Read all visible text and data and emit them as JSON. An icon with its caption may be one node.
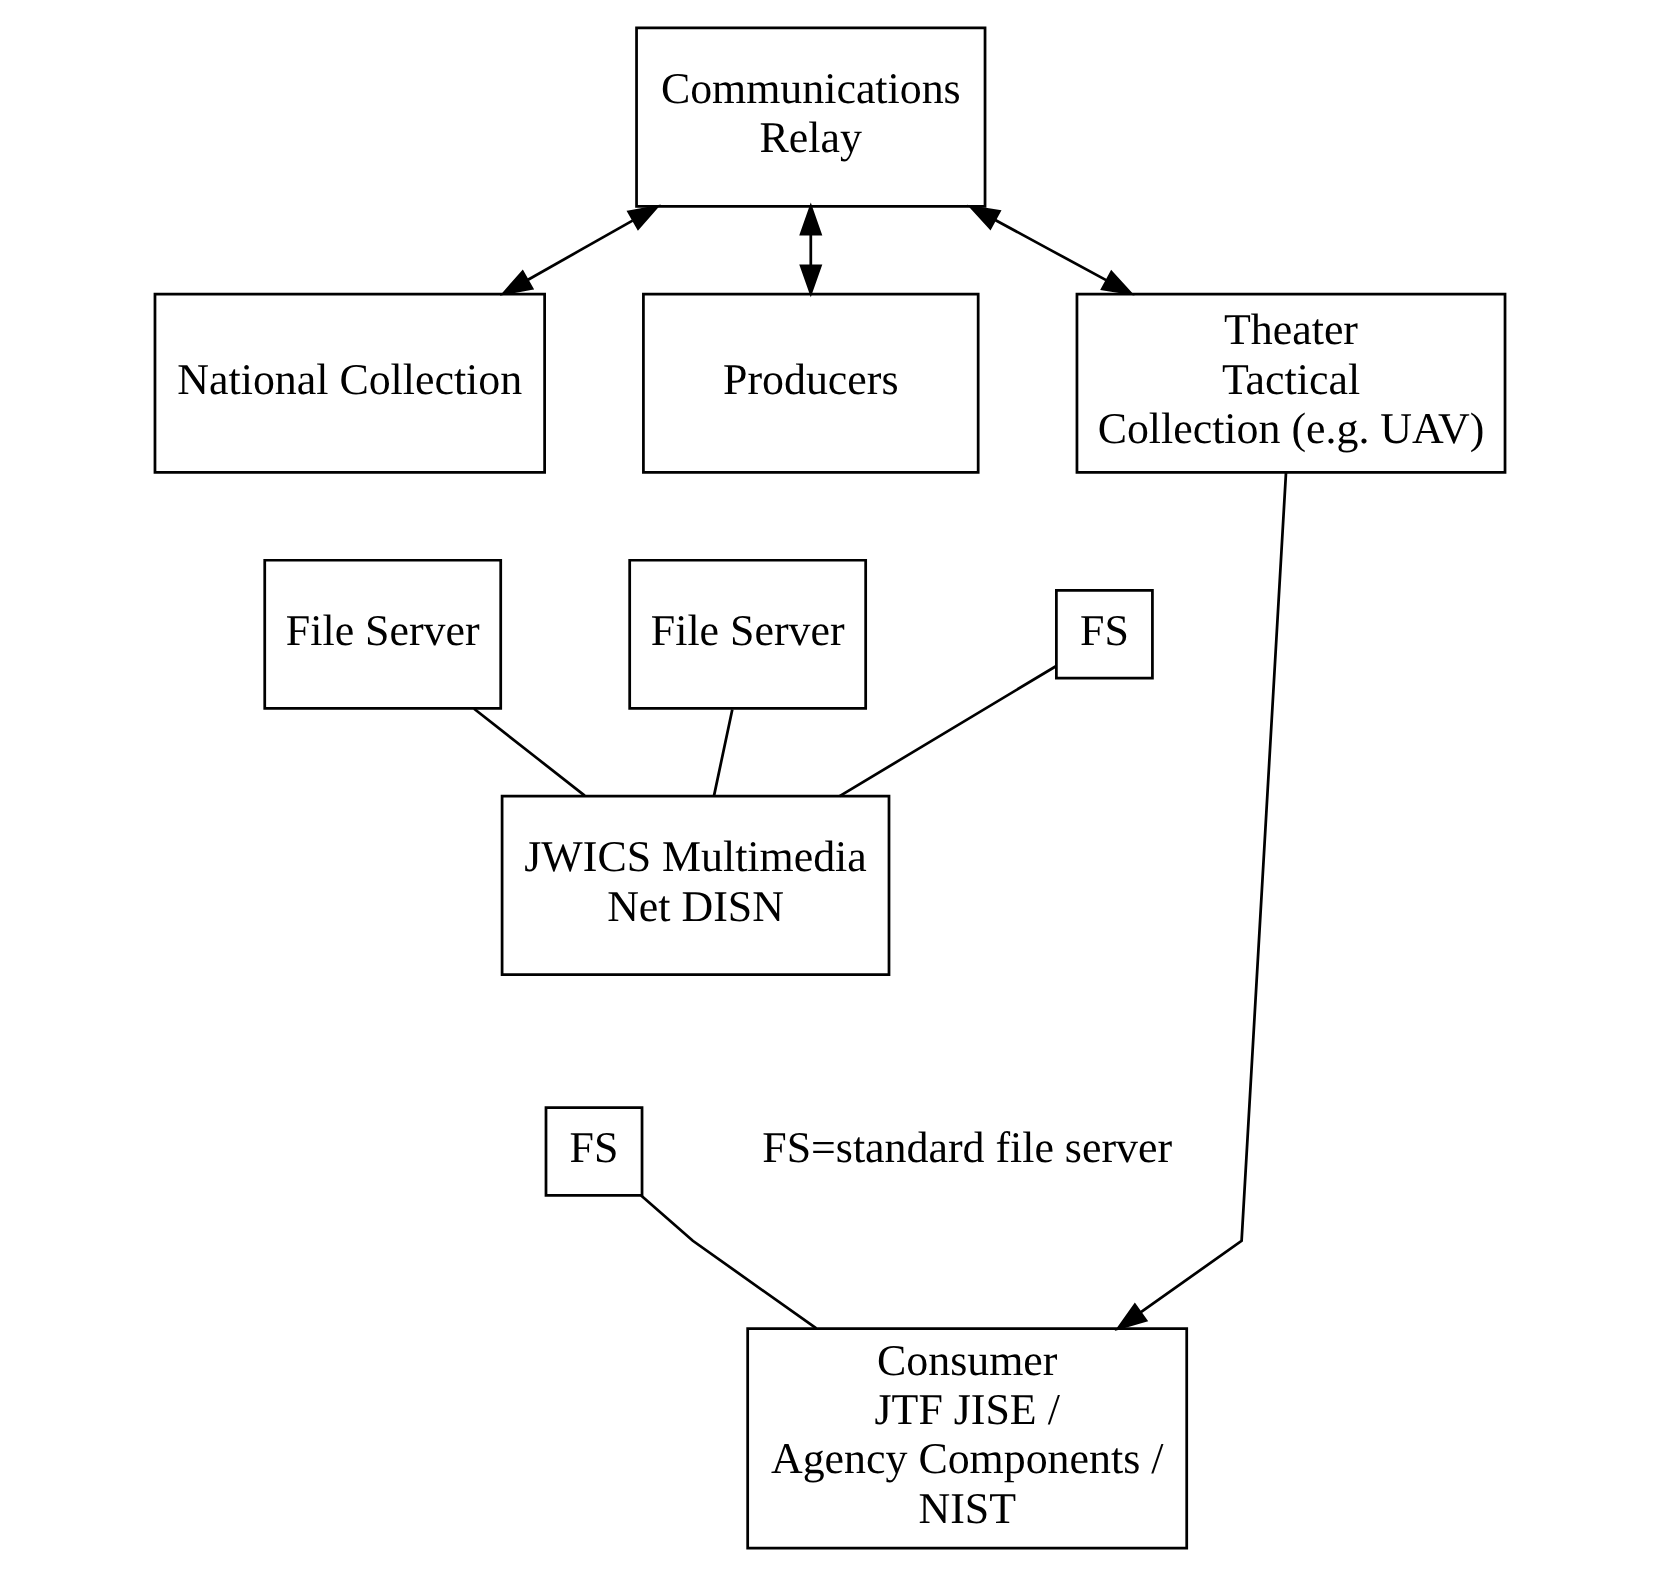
{
  "diagram": {
    "nodes": [
      {
        "text": [
          "Communications Relay"
        ]
      },
      {
        "text": [
          "National Collection"
        ]
      },
      {
        "text": [
          "Producers"
        ]
      },
      {
        "text": [
          "Theater Tactical Collection (e.g. UAV)"
        ]
      },
      {
        "text": [
          "File Server"
        ]
      },
      {
        "text": [
          "File Server"
        ]
      },
      {
        "text": [
          "FS"
        ]
      },
      {
        "text": [
          "JWICS Multimedia Net DISN"
        ]
      },
      {
        "text": [
          "FS"
        ]
      },
      {
        "text": [
          "Consumer JTF JISE / Agency Components / NIST"
        ]
      }
    ],
    "edges": [
      {
        "from": 0,
        "to": 1,
        "arrow": "both"
      },
      {
        "from": 0,
        "to": 2,
        "arrow": "both"
      },
      {
        "from": 0,
        "to": 3,
        "arrow": "both"
      },
      {
        "from": 4,
        "to": 7,
        "arrow": "none"
      },
      {
        "from": 5,
        "to": 7,
        "arrow": "none"
      },
      {
        "from": 6,
        "to": 7,
        "arrow": "none"
      },
      {
        "from": 8,
        "to": 9,
        "arrow": "none"
      },
      {
        "from": 3,
        "to": 9,
        "arrow": "to"
      }
    ],
    "labels": [
      "FS=standard file server"
    ]
  }
}
